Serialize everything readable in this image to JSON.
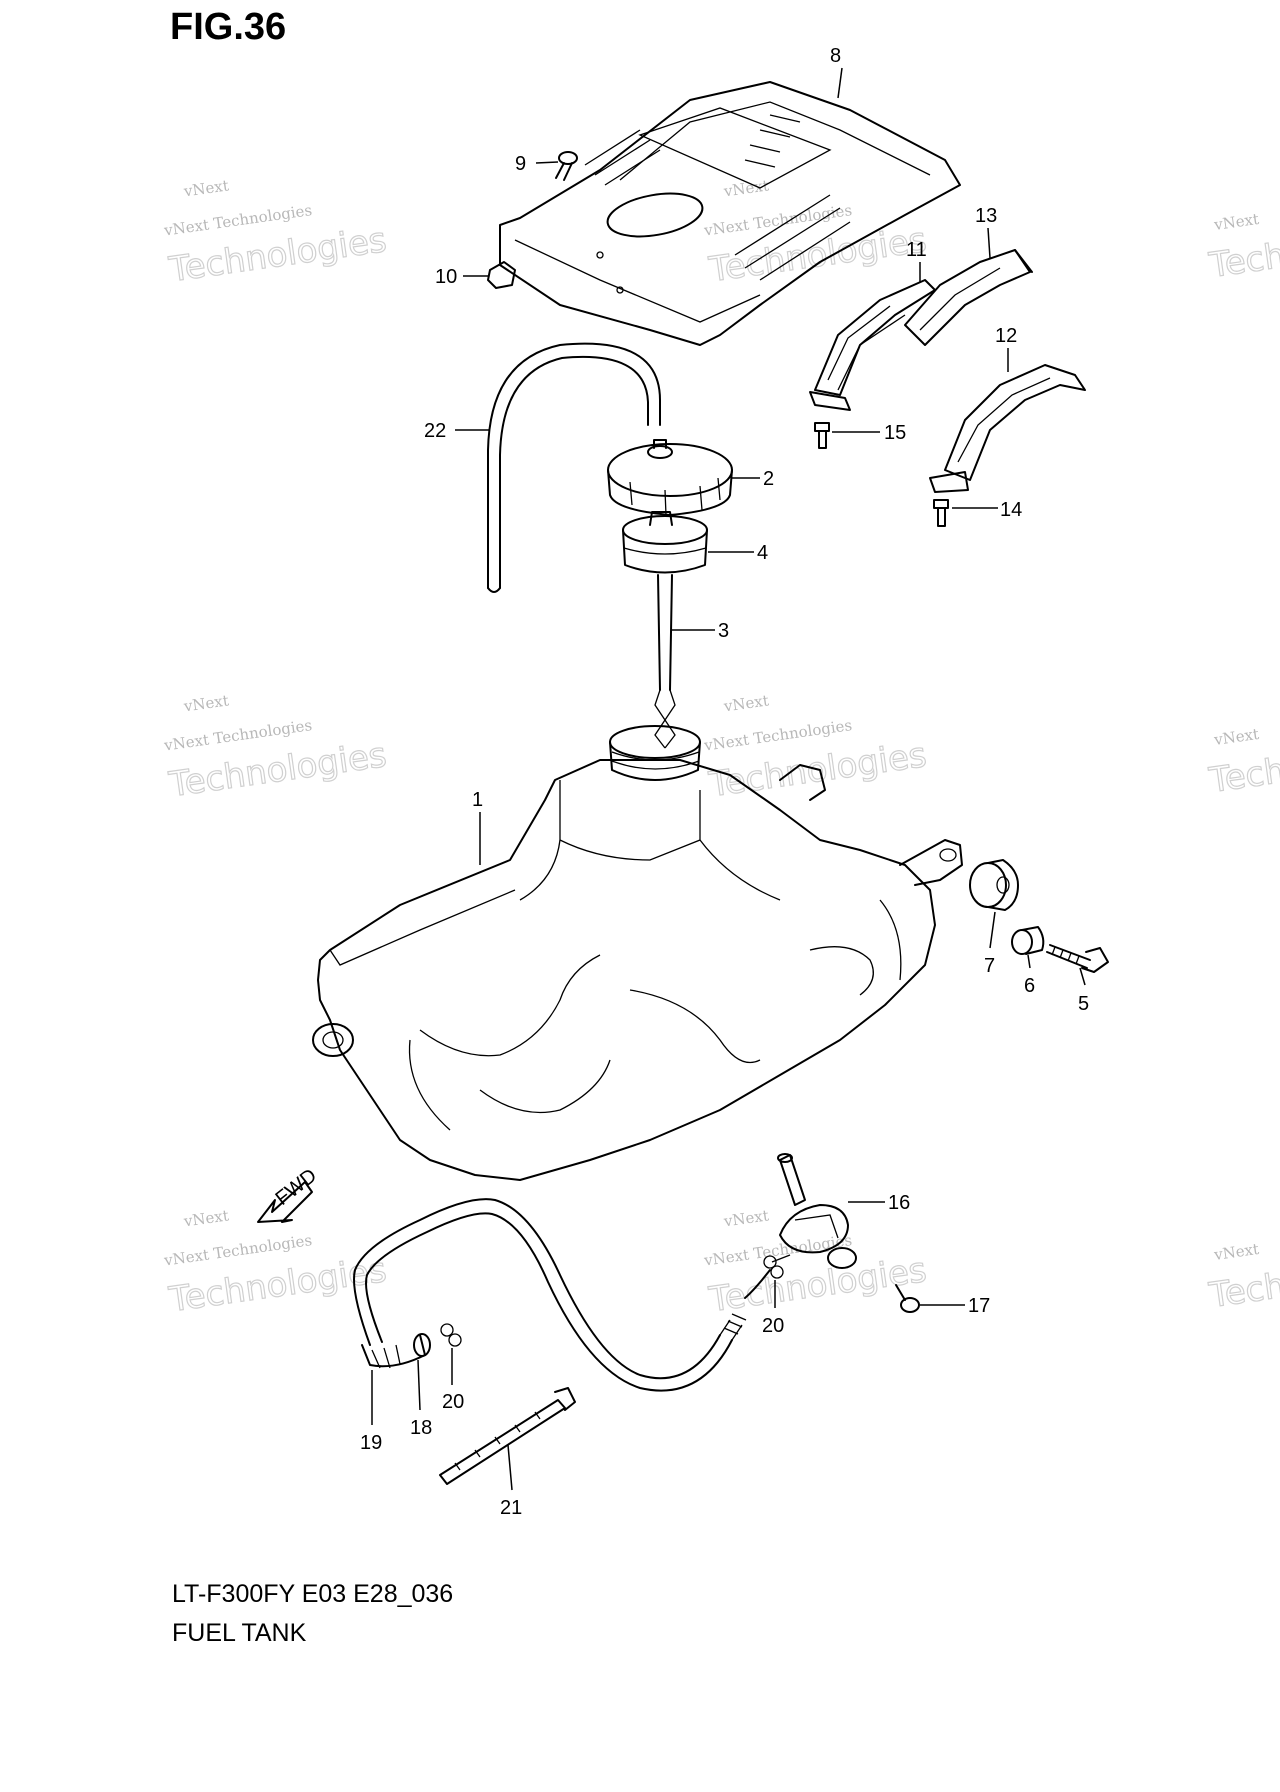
{
  "figure": {
    "title": "FIG.36",
    "model": "LT-F300FY E03 E28_036",
    "name": "FUEL TANK"
  },
  "direction_arrow": {
    "label": "FWD"
  },
  "callouts": {
    "c1": "1",
    "c2": "2",
    "c3": "3",
    "c4": "4",
    "c5": "5",
    "c6": "6",
    "c7": "7",
    "c8": "8",
    "c9": "9",
    "c10": "10",
    "c11": "11",
    "c12": "12",
    "c13": "13",
    "c14": "14",
    "c15": "15",
    "c16": "16",
    "c17": "17",
    "c18": "18",
    "c19": "19",
    "c20a": "20",
    "c20b": "20",
    "c21": "21",
    "c22": "22"
  },
  "watermark": {
    "line1": "vNext Technologies",
    "line2": "Technologies",
    "arc": "vNext",
    "edge1": "vNext",
    "edge2": "Techno"
  }
}
